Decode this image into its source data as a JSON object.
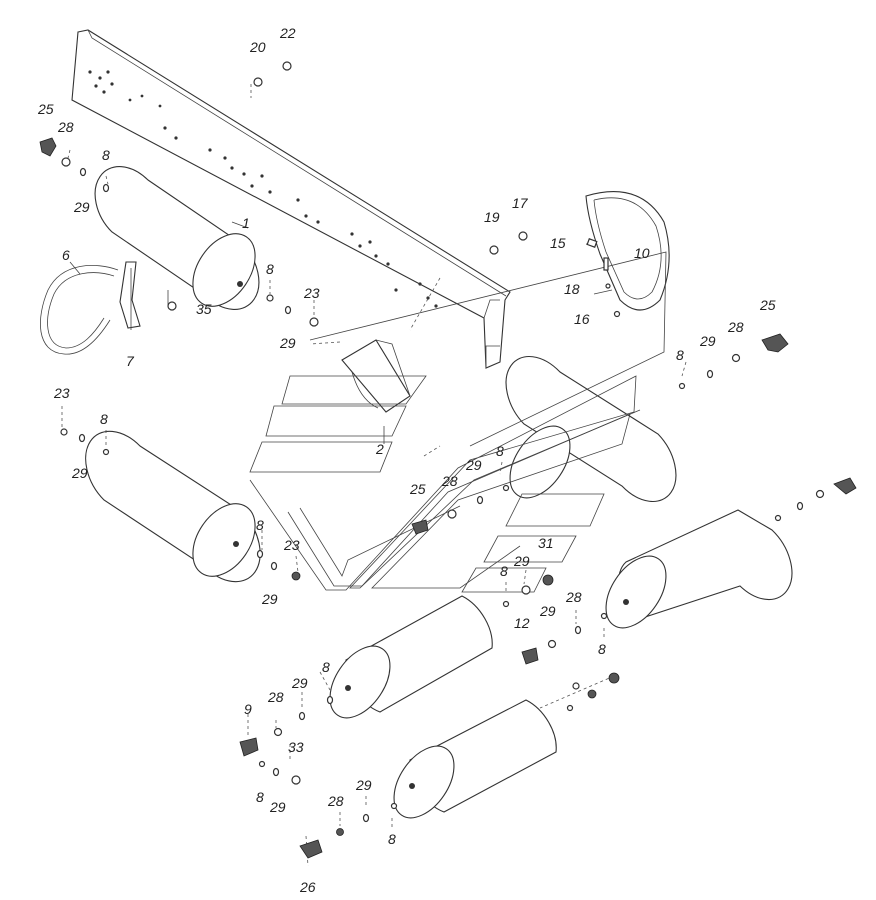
{
  "callouts": [
    {
      "id": "c20a",
      "text": "20"
    },
    {
      "id": "c22",
      "text": "22"
    },
    {
      "id": "c25a",
      "text": "25"
    },
    {
      "id": "c28a",
      "text": "28"
    },
    {
      "id": "c8a",
      "text": "8"
    },
    {
      "id": "c29a",
      "text": "29"
    },
    {
      "id": "c1",
      "text": "1"
    },
    {
      "id": "c6",
      "text": "6"
    },
    {
      "id": "c8b",
      "text": "8"
    },
    {
      "id": "c35",
      "text": "35"
    },
    {
      "id": "c23a",
      "text": "23"
    },
    {
      "id": "c29b",
      "text": "29"
    },
    {
      "id": "c7",
      "text": "7"
    },
    {
      "id": "c19",
      "text": "19"
    },
    {
      "id": "c17",
      "text": "17"
    },
    {
      "id": "c15",
      "text": "15"
    },
    {
      "id": "c10",
      "text": "10"
    },
    {
      "id": "c18",
      "text": "18"
    },
    {
      "id": "c16",
      "text": "16"
    },
    {
      "id": "c25b",
      "text": "25"
    },
    {
      "id": "c29c",
      "text": "29"
    },
    {
      "id": "c28b",
      "text": "28"
    },
    {
      "id": "c8c",
      "text": "8"
    },
    {
      "id": "c23b",
      "text": "23"
    },
    {
      "id": "c8d",
      "text": "8"
    },
    {
      "id": "c29d",
      "text": "29"
    },
    {
      "id": "c2",
      "text": "2"
    },
    {
      "id": "c29e",
      "text": "29"
    },
    {
      "id": "c8e",
      "text": "8"
    },
    {
      "id": "c25c",
      "text": "25"
    },
    {
      "id": "c28c",
      "text": "28"
    },
    {
      "id": "c8f",
      "text": "8"
    },
    {
      "id": "c23c",
      "text": "23"
    },
    {
      "id": "c29f",
      "text": "29"
    },
    {
      "id": "c31",
      "text": "31"
    },
    {
      "id": "c29g",
      "text": "29"
    },
    {
      "id": "c8g",
      "text": "8"
    },
    {
      "id": "c29h",
      "text": "29"
    },
    {
      "id": "c28d",
      "text": "28"
    },
    {
      "id": "c12",
      "text": "12"
    },
    {
      "id": "c8h",
      "text": "8"
    },
    {
      "id": "c8i",
      "text": "8"
    },
    {
      "id": "c29i",
      "text": "29"
    },
    {
      "id": "c28e",
      "text": "28"
    },
    {
      "id": "c9",
      "text": "9"
    },
    {
      "id": "c33",
      "text": "33"
    },
    {
      "id": "c8j",
      "text": "8"
    },
    {
      "id": "c29j",
      "text": "29"
    },
    {
      "id": "c29k",
      "text": "29"
    },
    {
      "id": "c28f",
      "text": "28"
    },
    {
      "id": "c8k",
      "text": "8"
    },
    {
      "id": "c26",
      "text": "26"
    }
  ]
}
